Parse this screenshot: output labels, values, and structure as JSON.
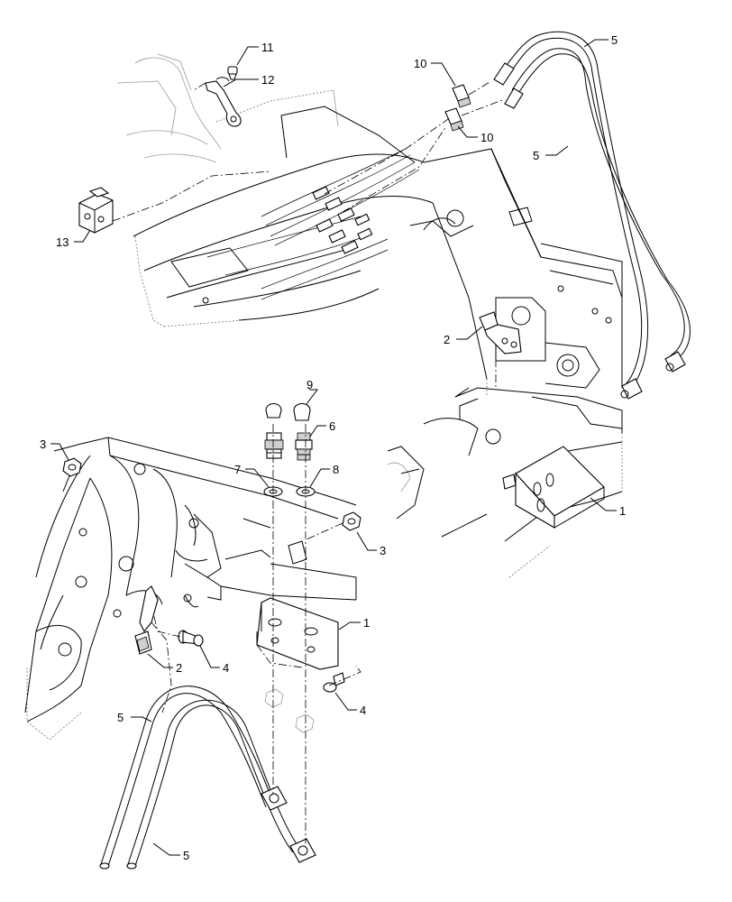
{
  "callouts": [
    {
      "id": "c11",
      "label": "11"
    },
    {
      "id": "c12",
      "label": "12"
    },
    {
      "id": "c13",
      "label": "13"
    },
    {
      "id": "c10a",
      "label": "10"
    },
    {
      "id": "c10b",
      "label": "10"
    },
    {
      "id": "c5a",
      "label": "5"
    },
    {
      "id": "c5b",
      "label": "5"
    },
    {
      "id": "c2a",
      "label": "2"
    },
    {
      "id": "c1a",
      "label": "1"
    },
    {
      "id": "c9",
      "label": "9"
    },
    {
      "id": "c6",
      "label": "6"
    },
    {
      "id": "c7",
      "label": "7"
    },
    {
      "id": "c8",
      "label": "8"
    },
    {
      "id": "c3a",
      "label": "3"
    },
    {
      "id": "c3b",
      "label": "3"
    },
    {
      "id": "c1b",
      "label": "1"
    },
    {
      "id": "c2b",
      "label": "2"
    },
    {
      "id": "c4a",
      "label": "4"
    },
    {
      "id": "c4b",
      "label": "4"
    },
    {
      "id": "c5c",
      "label": "5"
    },
    {
      "id": "c5d",
      "label": "5"
    }
  ]
}
